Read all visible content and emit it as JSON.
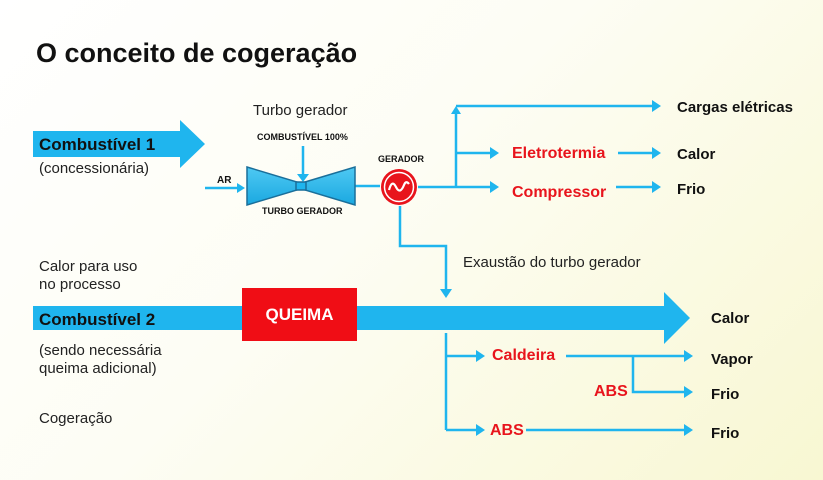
{
  "title": "O conceito de cogeração",
  "colors": {
    "arrow": "#1fb5ee",
    "accent_red": "#e8141c",
    "queima_bg": "#f00d15"
  },
  "inputs": {
    "fuel1": "Combustível 1",
    "fuel1_source": "(concessionária)",
    "air": "AR",
    "fuel2": "Combustível 2",
    "fuel2_note_line1": "(sendo necessária",
    "fuel2_note_line2": "queima adicional)"
  },
  "turbine": {
    "heading": "Turbo gerador",
    "fuel_label": "COMBUSTÍVEL 100%",
    "body_label": "TURBO GERADOR",
    "generator_label": "GERADOR"
  },
  "process_heat": {
    "line1": "Calor para uso",
    "line2": "no processo"
  },
  "cogeneration": "Cogeração",
  "exhaust": "Exaustão do turbo gerador",
  "burn": "QUEIMA",
  "equipment": {
    "eletrotermia": "Eletrotermia",
    "compressor": "Compressor",
    "caldeira": "Caldeira",
    "abs_upper": "ABS",
    "abs_lower": "ABS"
  },
  "outputs": {
    "electric_loads": "Cargas elétricas",
    "heat_top": "Calor",
    "cold_top": "Frio",
    "heat_main": "Calor",
    "steam": "Vapor",
    "cold_abs": "Frio",
    "cold_bottom": "Frio"
  }
}
